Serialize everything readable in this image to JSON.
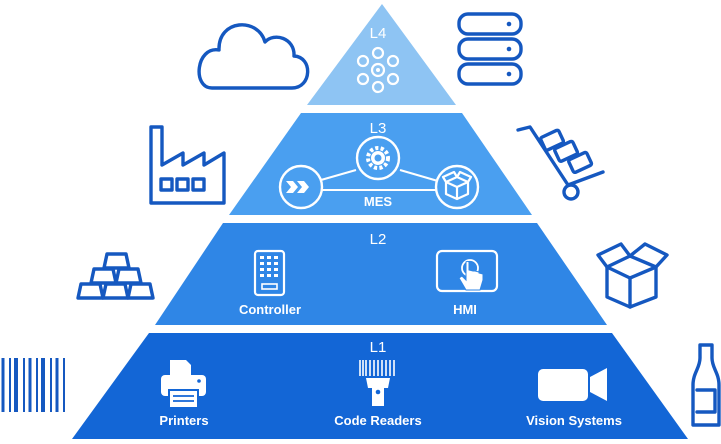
{
  "levels": {
    "l4": {
      "label": "L4"
    },
    "l3": {
      "label": "L3",
      "items": {
        "mes": "MES"
      }
    },
    "l2": {
      "label": "L2",
      "items": {
        "controller": "Controller",
        "hmi": "HMI"
      }
    },
    "l1": {
      "label": "L1",
      "items": {
        "printers": "Printers",
        "code_readers": "Code Readers",
        "vision": "Vision Systems"
      }
    }
  },
  "colors": {
    "l4": "#8ec4f3",
    "l3": "#4a9ff0",
    "l2": "#2f86e6",
    "l1": "#1366d6",
    "outline": "#1558c0"
  },
  "icons": {
    "l4": [
      "network-hub-icon"
    ],
    "l3": [
      "arrows-icon",
      "gear-icon",
      "box-icon"
    ],
    "l2": [
      "controller-icon",
      "touch-screen-icon"
    ],
    "l1": [
      "printer-icon",
      "barcode-scanner-icon",
      "video-camera-icon"
    ],
    "side": [
      "cloud-icon",
      "database-icon",
      "factory-icon",
      "hand-truck-icon",
      "bars-stack-icon",
      "open-box-icon",
      "barcode-icon",
      "bottle-icon"
    ]
  }
}
